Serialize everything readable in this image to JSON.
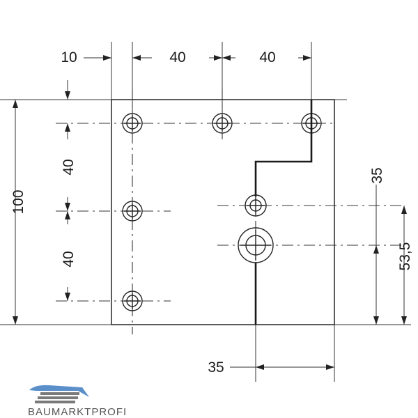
{
  "dimensions": {
    "top_left": "10",
    "top_mid": "40",
    "top_right": "40",
    "left_total": "100",
    "left_upper": "40",
    "left_lower": "40",
    "right_upper": "35",
    "right_lower": "53,5",
    "bottom": "35"
  },
  "logo": {
    "text": "BAUMARKTPROFI",
    "colors": {
      "accent": "#5b8fc9",
      "gray": "#7a7a7a"
    }
  }
}
